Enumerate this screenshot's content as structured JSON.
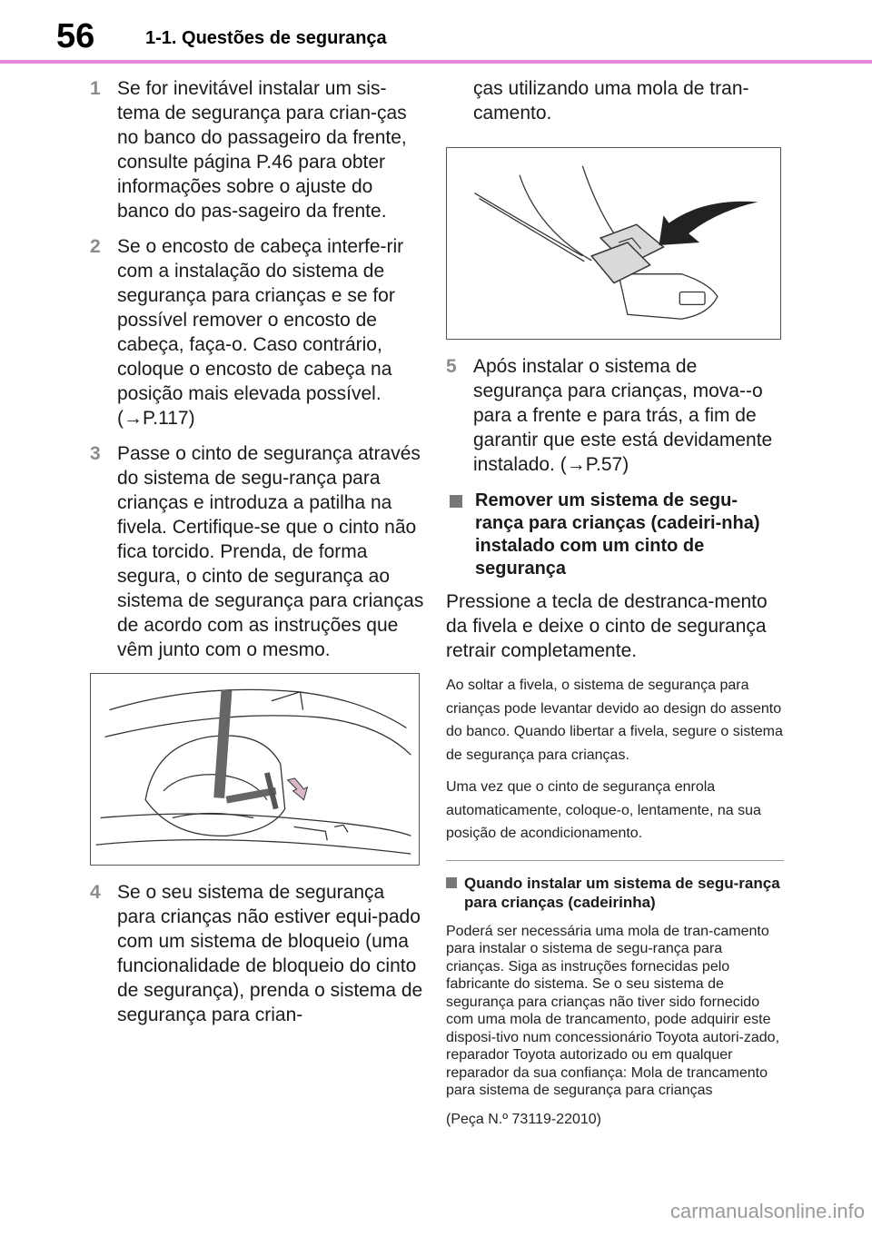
{
  "header": {
    "page_number": "56",
    "title": "1-1. Questões de segurança",
    "rule_color": "#e386e0"
  },
  "left_column": {
    "steps": [
      {
        "num": "1",
        "text": "Se for inevitável instalar um sis-tema de segurança para crian-ças no banco do passageiro da frente, consulte página P.46 para obter informações sobre o ajuste do banco do pas-sageiro da frente."
      },
      {
        "num": "2",
        "text": "Se o encosto de cabeça interfe-rir com a instalação do sistema de segurança para crianças e se for possível remover o encosto de cabeça, faça-o. Caso contrário, coloque o encosto de cabeça na posição mais elevada possível. (→P.117)"
      },
      {
        "num": "3",
        "text": "Passe o cinto de segurança através do sistema de segu-rança para crianças e introduza a patilha na fivela. Certifique-se que o cinto não fica torcido. Prenda, de forma segura, o cinto de segurança ao sistema de segurança para crianças de acordo com as instruções que vêm junto com o mesmo."
      },
      {
        "num": "4",
        "text": "Se o seu sistema de segurança para crianças não estiver equi-pado com um sistema de bloqueio (uma funcionalidade de bloqueio do cinto de segurança), prenda o sistema de segurança para crian-"
      }
    ]
  },
  "right_column": {
    "continuation": "ças utilizando uma mola de tran-camento.",
    "step5": {
      "num": "5",
      "text": "Após instalar o sistema de segurança para crianças, mova--o para a frente e para trás, a fim de garantir que este está devidamente instalado. (→P.57)"
    },
    "section_title": "Remover um sistema de segu-rança para crianças (cadeiri-nha) instalado com um cinto de segurança",
    "section_body": "Pressione a tecla de destranca-mento da fivela e deixe o cinto de segurança retrair completamente.",
    "small_paragraphs": [
      "Ao soltar a fivela, o sistema de segurança para crianças pode levantar devido ao design do assento do banco. Quando libertar a fivela, segure o sistema de segurança para crianças.",
      "Uma vez que o cinto de segurança enrola automaticamente, coloque-o, lentamente, na sua posição de acondicionamento."
    ],
    "note_title": "Quando instalar um sistema de segu-rança para crianças (cadeirinha)",
    "note_body": "Poderá ser necessária uma mola de tran-camento para instalar o sistema de segu-rança para crianças. Siga as instruções fornecidas pelo fabricante do sistema. Se o seu sistema de segurança para crianças não tiver sido fornecido com uma mola de trancamento, pode adquirir este disposi-tivo num concessionário Toyota autori-zado, reparador Toyota autorizado ou em qualquer reparador da sua confiança: Mola de trancamento para sistema de segurança para crianças",
    "part_number": "(Peça N.º 73119-22010)"
  },
  "watermark": "carmanualsonline.info"
}
